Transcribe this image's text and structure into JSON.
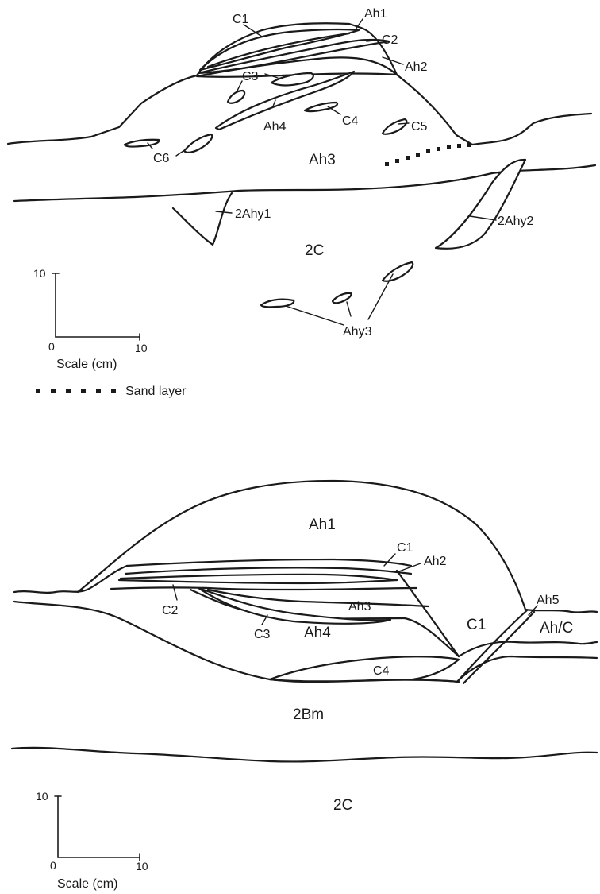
{
  "top_profile": {
    "horizons": {
      "ah1": "Ah1",
      "c1": "C1",
      "c2": "C2",
      "ah2": "Ah2",
      "c3": "C3",
      "ah4": "Ah4",
      "c4": "C4",
      "c5": "C5",
      "c6": "C6",
      "ah3": "Ah3",
      "ahy1": "2Ahy1",
      "ahy2": "2Ahy2",
      "c2big": "2C",
      "ahy3": "Ahy3"
    },
    "scale": {
      "tick_top": "10",
      "tick_origin": "0",
      "tick_right": "10",
      "label": "Scale (cm)"
    },
    "legend": {
      "sand_layer": "Sand layer"
    }
  },
  "bottom_profile": {
    "horizons": {
      "ah1": "Ah1",
      "c1_small": "C1",
      "ah2": "Ah2",
      "c2": "C2",
      "ah3": "Ah3",
      "c3": "C3",
      "c1_big": "C1",
      "ah5": "Ah5",
      "ahc": "Ah/C",
      "ah4": "Ah4",
      "c4": "C4",
      "bm": "2Bm",
      "c2big": "2C"
    },
    "scale": {
      "tick_top": "10",
      "tick_origin": "0",
      "tick_right": "10",
      "label": "Scale (cm)"
    }
  }
}
